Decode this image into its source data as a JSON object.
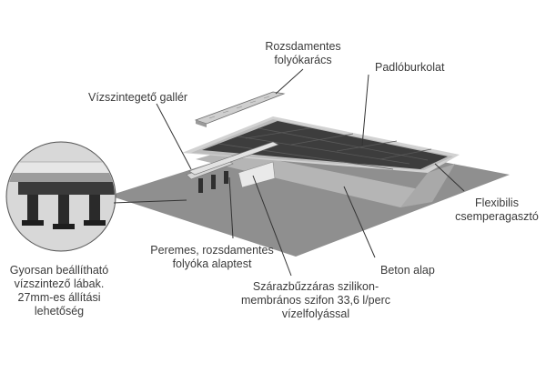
{
  "labels": {
    "grate": [
      "Rozsdamentes",
      "folyókarács"
    ],
    "tiles": [
      "Padlóburkolat"
    ],
    "collar": [
      "Vízszintegető gallér"
    ],
    "adhesive": [
      "Flexibilis",
      "csemperagasztó"
    ],
    "channel": [
      "Peremes, rozsdamentes",
      "folyóka alaptest"
    ],
    "concrete": [
      "Beton alap"
    ],
    "siphon": [
      "Szárazbűzzáras szilikon-",
      "membrános szifon 33,6 l/perc",
      "vízelfolyással"
    ],
    "legs": [
      "Gyorsan beállítható",
      "vízszintező lábak.",
      "27mm-es állítási",
      "lehetőség"
    ]
  },
  "colors": {
    "label_text": "#3a3a3a",
    "leader_line": "#333333",
    "ground": "#8a8a8a",
    "slab_top": "#cfcfcf",
    "slab_front": "#b9b9b9",
    "tile": "#3c3c3c",
    "steel": "#c8c8c8"
  }
}
